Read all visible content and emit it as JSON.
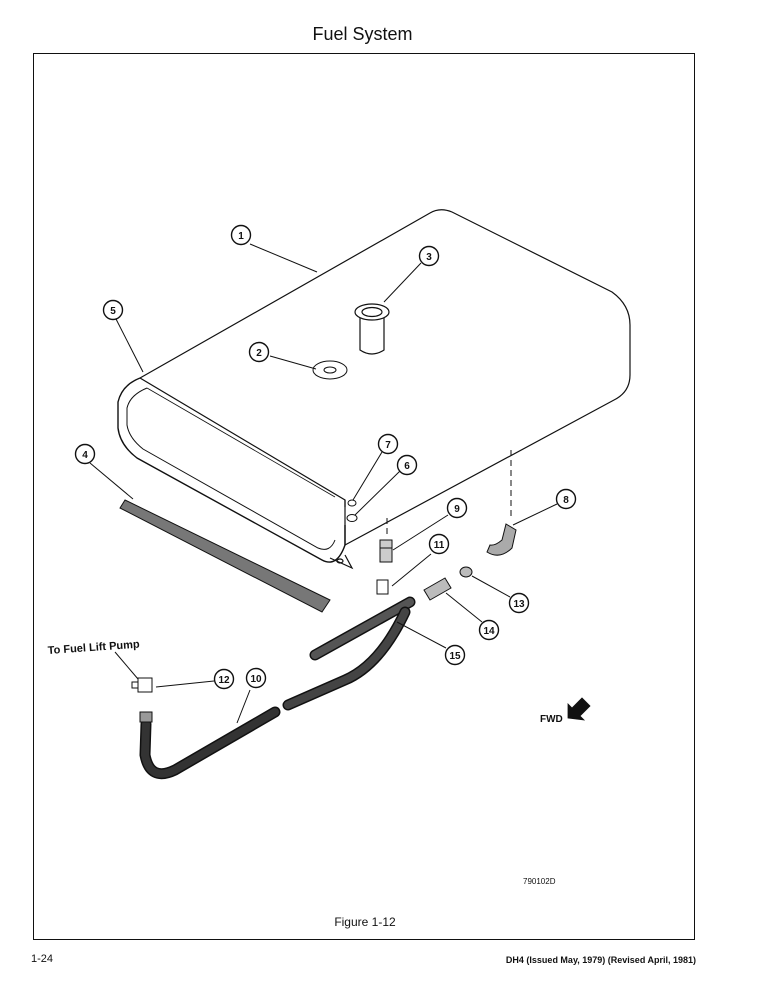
{
  "page": {
    "title": "Fuel System",
    "figure_caption": "Figure 1-12",
    "page_number": "1-24",
    "document_code": "DH4 (Issued May, 1979) (Revised April, 1981)"
  },
  "diagram": {
    "drawing_number": "790102D",
    "lift_pump_label": "To Fuel Lift Pump",
    "fwd_label": "FWD",
    "callouts": [
      "1",
      "2",
      "3",
      "4",
      "5",
      "6",
      "7",
      "8",
      "9",
      "10",
      "11",
      "12",
      "13",
      "14",
      "15"
    ]
  }
}
